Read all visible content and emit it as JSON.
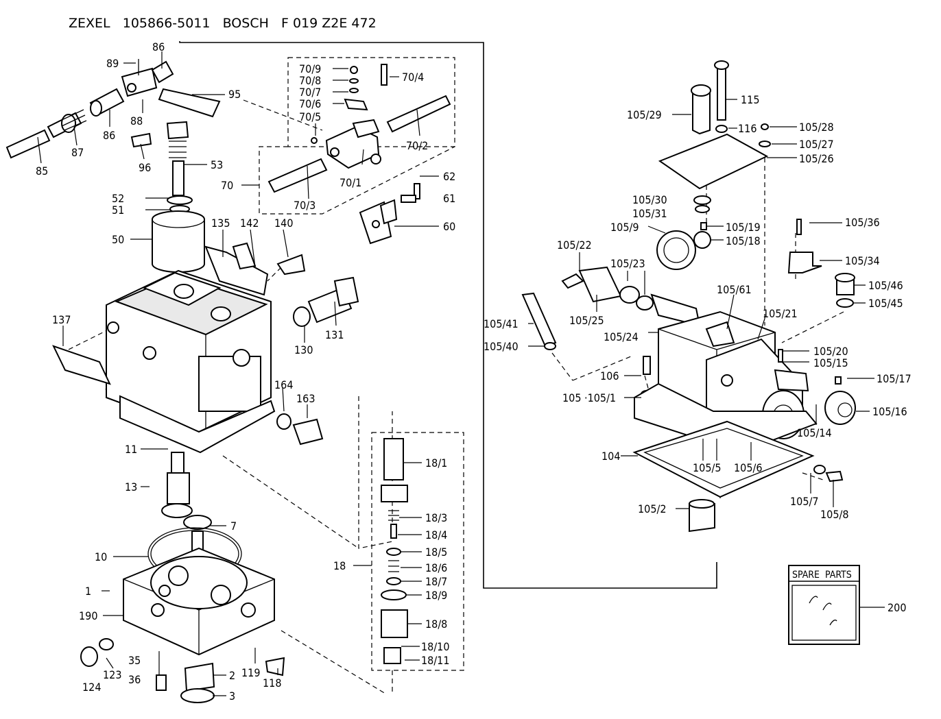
{
  "header": {
    "text": "ZEXEL   105866-5011   BOSCH   F 019 Z2E 472"
  },
  "spare_box": {
    "title": "SPARE  PARTS"
  },
  "labels": {
    "l89": "89",
    "l86a": "86",
    "l95": "95",
    "l88": "88",
    "l86b": "86",
    "l87": "87",
    "l85": "85",
    "l96": "96",
    "l53": "53",
    "l52": "52",
    "l51": "51",
    "l50": "50",
    "l70_9": "70/9",
    "l70_8": "70/8",
    "l70_7": "70/7",
    "l70_6": "70/6",
    "l70_5": "70/5",
    "l70_4": "70/4",
    "l70_2": "70/2",
    "l70_1": "70/1",
    "l70_3": "70/3",
    "l70": "70",
    "l62": "62",
    "l61": "61",
    "l60": "60",
    "l135": "135",
    "l142": "142",
    "l140": "140",
    "l137": "137",
    "l131": "131",
    "l130": "130",
    "l164": "164",
    "l163": "163",
    "l11": "11",
    "l13": "13",
    "l7": "7",
    "l10": "10",
    "l1": "1",
    "l190": "190",
    "l124": "124",
    "l123": "123",
    "l35": "35",
    "l36": "36",
    "l2": "2",
    "l3": "3",
    "l119": "119",
    "l118": "118",
    "l18_1": "18/1",
    "l18_3": "18/3",
    "l18_4": "18/4",
    "l18_5": "18/5",
    "l18_6": "18/6",
    "l18_7": "18/7",
    "l18_9": "18/9",
    "l18_8": "18/8",
    "l18_10": "18/10",
    "l18_11": "18/11",
    "l18": "18",
    "l105_29": "105/29",
    "l115": "115",
    "l116": "116",
    "l105_28": "105/28",
    "l105_27": "105/27",
    "l105_26": "105/26",
    "l105_30": "105/30",
    "l105_31": "105/31",
    "l105_9": "105/9",
    "l105_19": "105/19",
    "l105_18": "105/18",
    "l105_36": "105/36",
    "l105_34": "105/34",
    "l105_22": "105/22",
    "l105_23": "105/23",
    "l105_46": "105/46",
    "l105_45": "105/45",
    "l105_61": "105/61",
    "l105_41": "105/41",
    "l105_25": "105/25",
    "l105_21": "105/21",
    "l105_24": "105/24",
    "l105_40": "105/40",
    "l105_20": "105/20",
    "l105_15": "105/15",
    "l106": "106",
    "l105_17": "105/17",
    "l105_105_1": "105 ·105/1",
    "l105_16": "105/16",
    "l105_14": "105/14",
    "l104": "104",
    "l105_5": "105/5",
    "l105_6": "105/6",
    "l105_7": "105/7",
    "l105_8": "105/8",
    "l105_2": "105/2",
    "l200": "200"
  }
}
